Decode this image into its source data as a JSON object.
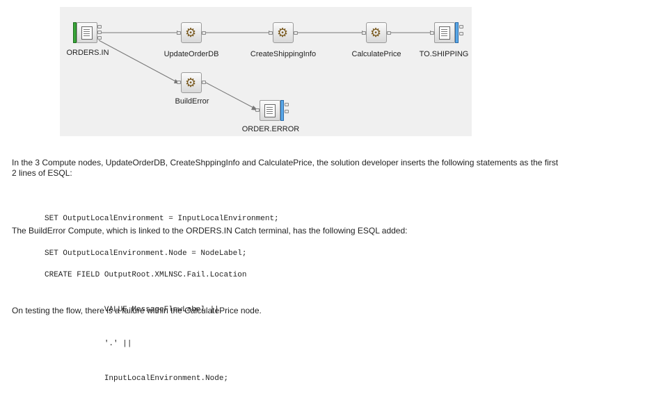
{
  "flow": {
    "nodes": {
      "orders_in": "ORDERS.IN",
      "update_order_db": "UpdateOrderDB",
      "create_shipping_info": "CreateShippingInfo",
      "calculate_price": "CalculatePrice",
      "to_shipping": "TO.SHIPPING",
      "build_error": "BuildError",
      "order_error": "ORDER.ERROR"
    },
    "icons": {
      "mq_input": "mq-input-node-icon",
      "compute": "gear-icon",
      "mq_output": "mq-output-node-icon"
    }
  },
  "content": {
    "para1_line1": "In the 3 Compute nodes, UpdateOrderDB, CreateShppingInfo and CalculatePrice, the solution developer inserts the following statements as the first",
    "para1_line2": "2 lines of ESQL:",
    "code1": [
      "SET OutputLocalEnvironment = InputLocalEnvironment;",
      "SET OutputLocalEnvironment.Node = NodeLabel;"
    ],
    "para2": "The BuildError Compute, which is linked to the ORDERS.IN Catch terminal, has the following ESQL added:",
    "code2": [
      "CREATE FIELD OutputRoot.XMLNSC.Fail.Location",
      "             VALUE MessageFlowLabel ||",
      "             '.' ||",
      "             InputLocalEnvironment.Node;"
    ],
    "para3": "On testing the flow, there is a failure within the CalculatePrice node."
  }
}
